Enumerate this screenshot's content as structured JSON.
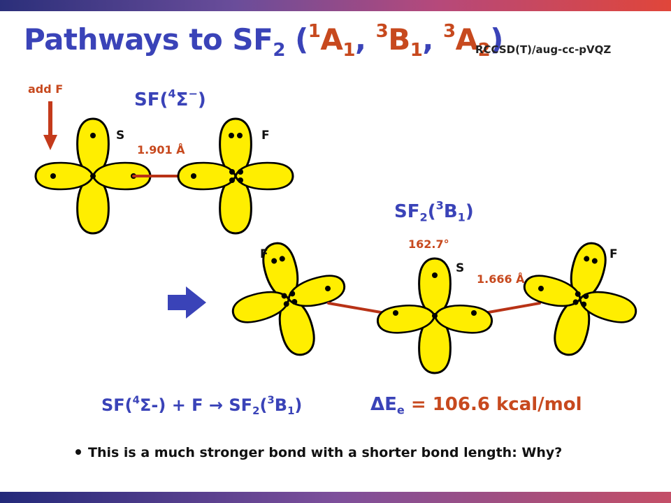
{
  "title": {
    "prefix": "Pathways to SF",
    "sub1": "2",
    "open": " (",
    "t1_sup": "1",
    "t1_main": "A",
    "t1_sub": "1",
    "sep1": ", ",
    "t2_sup": "3",
    "t2_main": "B",
    "t2_sub": "1",
    "sep2": ", ",
    "t3_sup": "3",
    "t3_main": "A",
    "t3_sub": "2",
    "close": ")"
  },
  "method": "RCCSD(T)/aug-cc-pVQZ",
  "add_label": "add F",
  "sf": {
    "label_main": "SF(",
    "label_sup": "4",
    "label_sym": "Σ",
    "label_minus": "−",
    "label_close": ")",
    "s_atom": "S",
    "f_atom": "F",
    "bond_length": "1.901 Å"
  },
  "sf2": {
    "label_main": "SF",
    "label_sub": "2",
    "label_open": "(",
    "label_sup": "3",
    "label_sym": "B",
    "label_symsub": "1",
    "label_close": ")",
    "f_left": "F",
    "s_atom": "S",
    "f_right": "F",
    "angle": "162.7°",
    "bond_length": "1.666 Å"
  },
  "reaction": {
    "lhs": "SF(",
    "lhs_sup": "4",
    "lhs_sym": "Σ-) + F ",
    "arrow": "→",
    "rhs": " SF",
    "rhs_sub": "2",
    "rhs_open": "(",
    "rhs_sup": "3",
    "rhs_sym": "B",
    "rhs_symsub": "1",
    "rhs_close": ")",
    "energy_prefix": "ΔE",
    "energy_sub": "e",
    "energy_value": " = 106.6 kcal/mol"
  },
  "bullet": "This is a much stronger bond with a shorter bond length: Why?",
  "colors": {
    "title": "#3a43b8",
    "accent": "#c7491e",
    "lobe": "#ffee00",
    "bond": "#b83216"
  }
}
